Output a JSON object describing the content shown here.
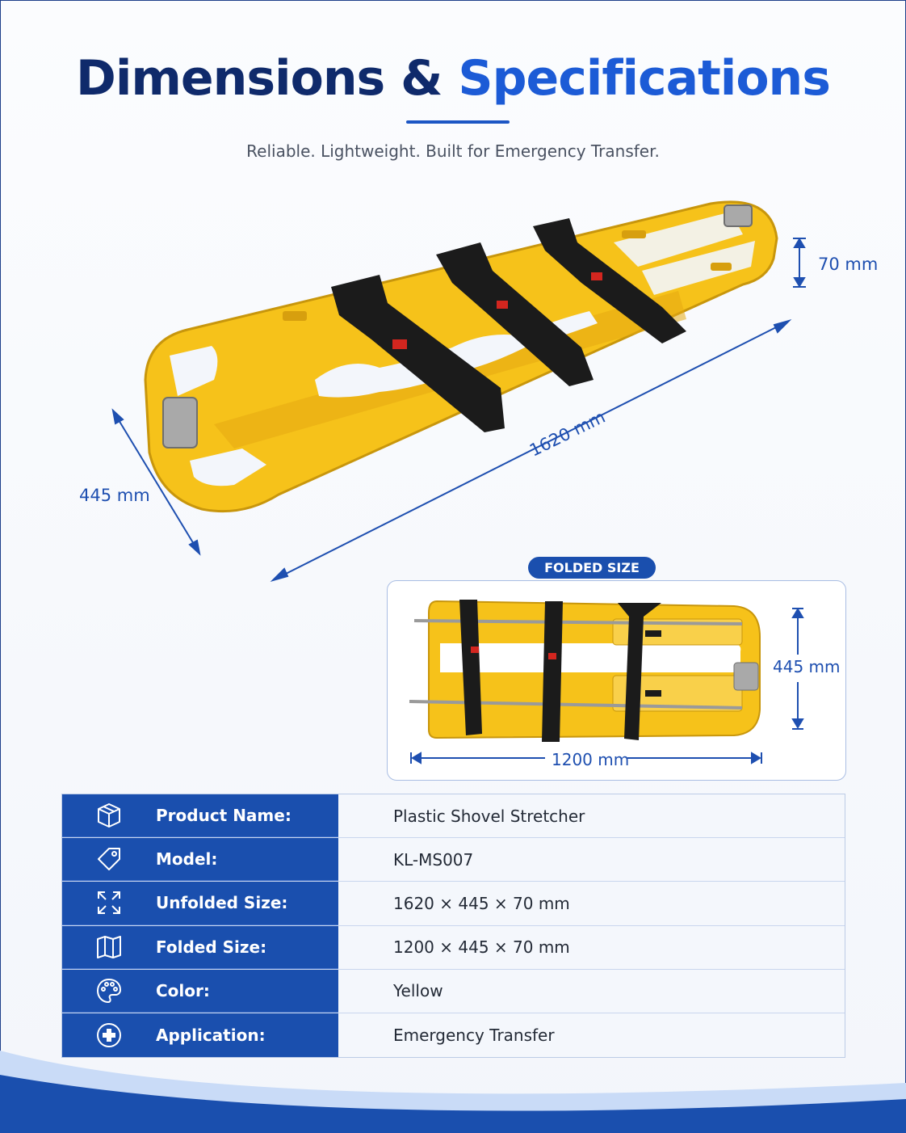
{
  "header": {
    "title_part1": "Dimensions & ",
    "title_part2": "Specifications",
    "subtitle": "Reliable. Lightweight. Built for Emergency Transfer."
  },
  "unfolded_dimensions": {
    "height": "70 mm",
    "length": "1620 mm",
    "width": "445 mm"
  },
  "folded": {
    "badge": "FOLDED SIZE",
    "width": "445 mm",
    "length": "1200 mm"
  },
  "specs": [
    {
      "icon": "box-icon",
      "label": "Product Name:",
      "value": "Plastic Shovel Stretcher"
    },
    {
      "icon": "tag-icon",
      "label": "Model:",
      "value": "KL-MS007"
    },
    {
      "icon": "expand-arrows-icon",
      "label": "Unfolded Size:",
      "value": "1620 × 445 × 70 mm"
    },
    {
      "icon": "folded-map-icon",
      "label": "Folded Size:",
      "value": "1200 × 445 × 70 mm"
    },
    {
      "icon": "palette-icon",
      "label": "Color:",
      "value": "Yellow"
    },
    {
      "icon": "medical-cross-icon",
      "label": "Application:",
      "value": "Emergency Transfer"
    }
  ],
  "colors": {
    "navy": "#0f2a6b",
    "accent_blue": "#1c5bd6",
    "table_blue": "#1a4fae",
    "stretcher_yellow": "#f6c21a",
    "strap_black": "#1b1b1b"
  }
}
